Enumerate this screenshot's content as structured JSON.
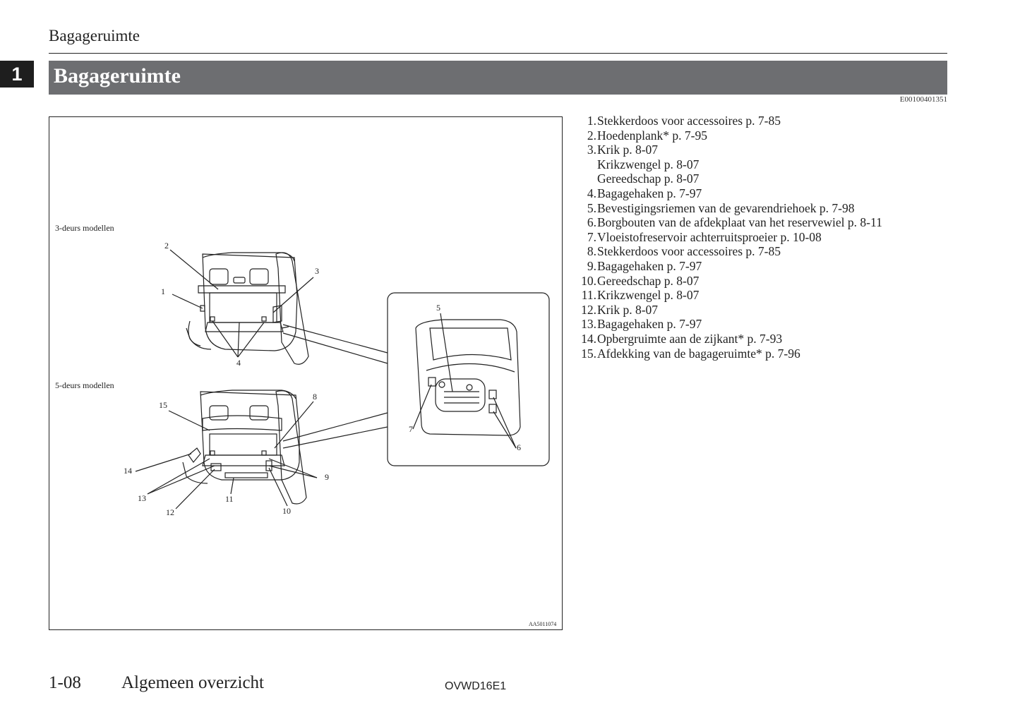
{
  "header": {
    "running_title": "Bagageruimte"
  },
  "chapter_tab": {
    "number": "1"
  },
  "section": {
    "title": "Bagageruimte",
    "ref_code": "E00100401351"
  },
  "figure": {
    "label_3door": "3-deurs modellen",
    "label_5door": "5-deurs modellen",
    "image_code": "AA5011074",
    "callouts": [
      "1",
      "2",
      "3",
      "4",
      "5",
      "6",
      "7",
      "8",
      "9",
      "10",
      "11",
      "12",
      "13",
      "14",
      "15"
    ]
  },
  "legend": [
    {
      "n": "1.",
      "lines": [
        "Stekkerdoos voor accessoires p. 7-85"
      ]
    },
    {
      "n": "2.",
      "lines": [
        "Hoedenplank* p. 7-95"
      ]
    },
    {
      "n": "3.",
      "lines": [
        "Krik p. 8-07",
        "Krikzwengel p. 8-07",
        "Gereedschap p. 8-07"
      ]
    },
    {
      "n": "4.",
      "lines": [
        "Bagagehaken p. 7-97"
      ]
    },
    {
      "n": "5.",
      "lines": [
        "Bevestigingsriemen van de gevarendriehoek p. 7-98"
      ]
    },
    {
      "n": "6.",
      "lines": [
        "Borgbouten van de afdekplaat van het reservewiel p. 8-11"
      ]
    },
    {
      "n": "7.",
      "lines": [
        "Vloeistofreservoir achterruitsproeier p. 10-08"
      ]
    },
    {
      "n": "8.",
      "lines": [
        "Stekkerdoos voor accessoires p. 7-85"
      ]
    },
    {
      "n": "9.",
      "lines": [
        "Bagagehaken p. 7-97"
      ]
    },
    {
      "n": "10.",
      "lines": [
        "Gereedschap p. 8-07"
      ]
    },
    {
      "n": "11.",
      "lines": [
        "Krikzwengel p. 8-07"
      ]
    },
    {
      "n": "12.",
      "lines": [
        "Krik p. 8-07"
      ]
    },
    {
      "n": "13.",
      "lines": [
        "Bagagehaken p. 7-97"
      ]
    },
    {
      "n": "14.",
      "lines": [
        "Opbergruimte aan de zijkant* p. 7-93"
      ]
    },
    {
      "n": "15.",
      "lines": [
        "Afdekking van de bagageruimte* p. 7-96"
      ]
    }
  ],
  "footer": {
    "page_number": "1-08",
    "chapter_name": "Algemeen overzicht",
    "doc_code": "OVWD16E1"
  }
}
